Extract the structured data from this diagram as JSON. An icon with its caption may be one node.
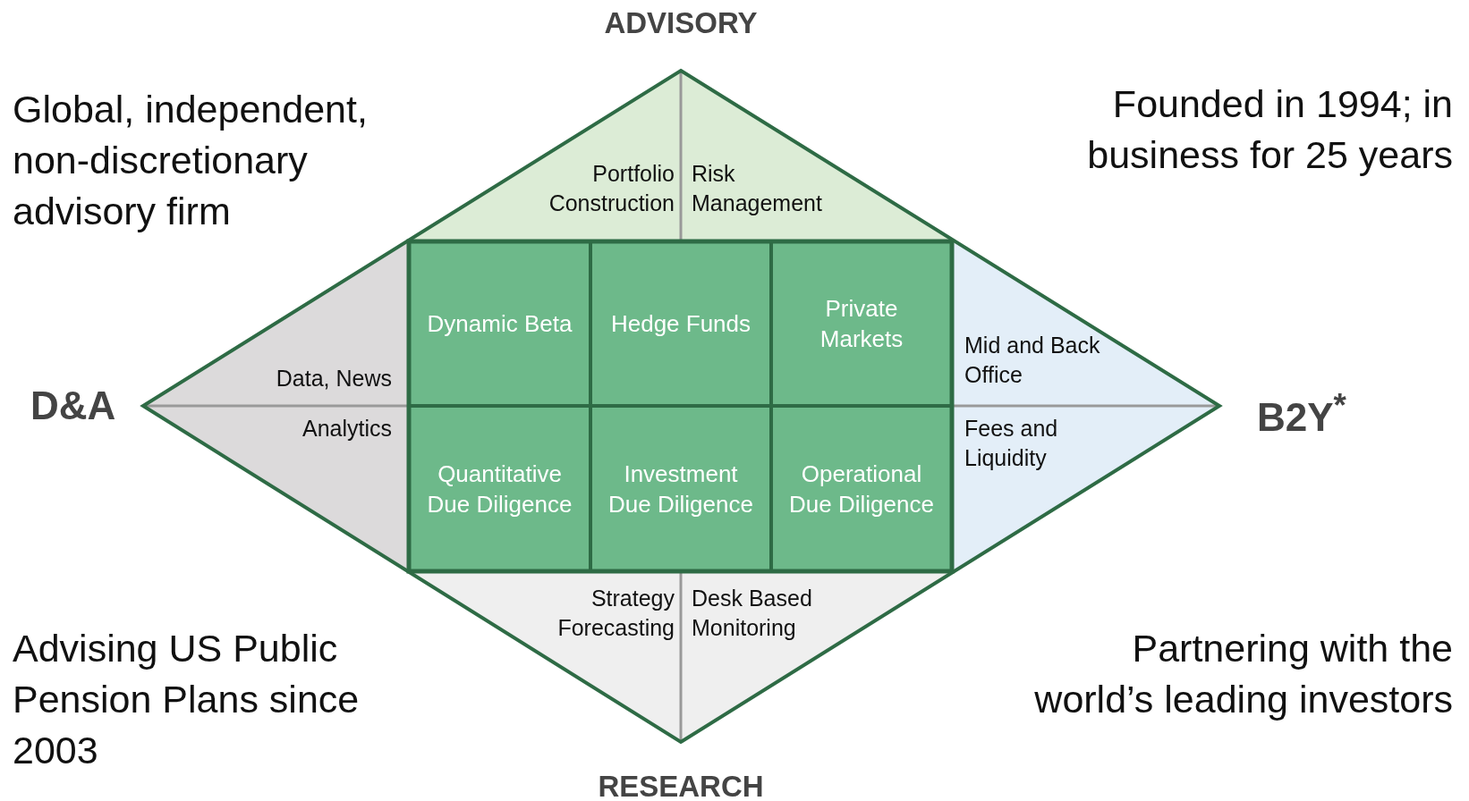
{
  "diagram": {
    "nodes": [
      {
        "text": [
          "Portfolio Construction"
        ]
      },
      {
        "text": [
          "Risk Management"
        ]
      },
      {
        "text": [
          "Data, News"
        ]
      },
      {
        "text": [
          "Dynamic Beta"
        ]
      },
      {
        "text": [
          "Hedge Funds"
        ]
      },
      {
        "text": [
          "Private Markets"
        ]
      },
      {
        "text": [
          "Mid and Back Office"
        ]
      },
      {
        "text": [
          "Analytics"
        ]
      },
      {
        "text": [
          "Quantitative Due Diligence"
        ]
      },
      {
        "text": [
          "Investment Due Diligence"
        ]
      },
      {
        "text": [
          "Operational Due Diligence"
        ]
      },
      {
        "text": [
          "Fees and Liquidity"
        ]
      },
      {
        "text": [
          "Strategy Forecasting"
        ]
      },
      {
        "text": [
          "Desk Based Monitoring"
        ]
      }
    ],
    "edges": [],
    "labels": [
      "ADVISORY",
      "Global, independent, non-discretionary advisory firm",
      "Founded in 1994; in business for 25 years",
      "D&A",
      "B2Y$^{*}$",
      "Advising US Public Pension Plans since 2003",
      "Partnering with the world’s leading investors",
      "RESEARCH"
    ]
  }
}
